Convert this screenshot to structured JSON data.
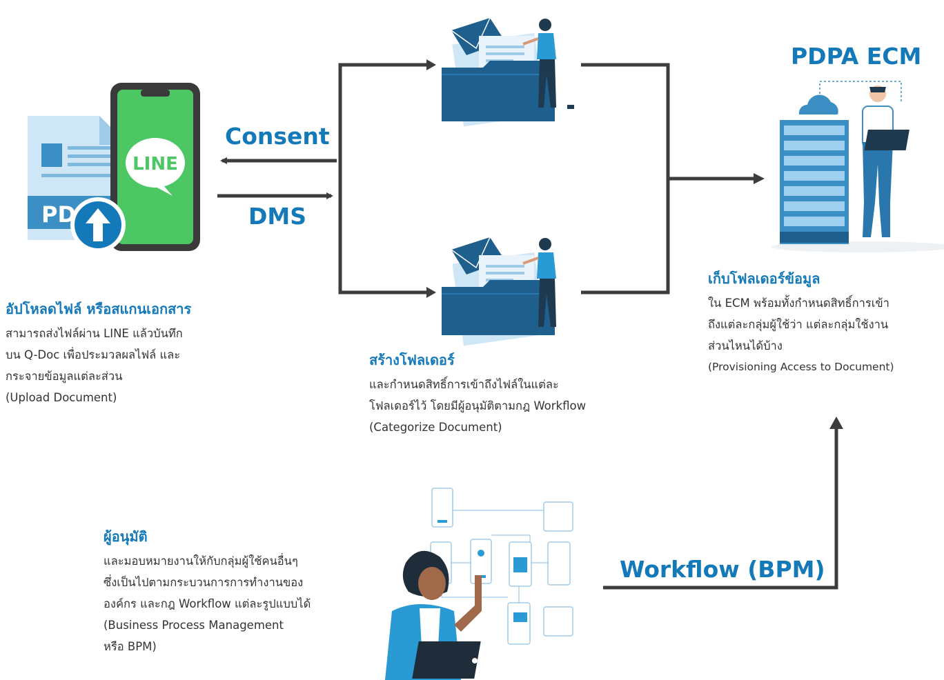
{
  "labels": {
    "consent": "Consent",
    "dms": "DMS",
    "pdpa_ecm": "PDPA ECM",
    "workflow": "Workflow (BPM)",
    "line_logo": "LINE",
    "pdf_text": "PD"
  },
  "upload": {
    "title": "อัปโหลดไฟล์ หรือสแกนเอกสาร",
    "lines": [
      "สามารถส่งไฟล์ผ่าน LINE แล้วบันทึก",
      "บน Q-Doc เพื่อประมวลผลไฟล์ และ",
      "กระจายข้อมูลแต่ละส่วน",
      "(Upload Document)"
    ]
  },
  "categorize": {
    "title": "สร้างโฟลเดอร์",
    "lines": [
      "และกำหนดสิทธิ์การเข้าถึงไฟล์ในแต่ละ",
      "โฟลเดอร์ไว้  โดยมีผู้อนุมัติตามกฎ Workflow",
      "(Categorize Document)"
    ]
  },
  "store": {
    "title": "เก็บโฟลเดอร์ข้อมูล",
    "lines": [
      "ใน ECM พร้อมทั้งกำหนดสิทธิ์การเข้า",
      "ถึงแต่ละกลุ่มผู้ใช้ว่า  แต่ละกลุ่มใช้งาน",
      "ส่วนไหนได้บ้าง",
      "(Provisioning Access to Document)"
    ]
  },
  "approver": {
    "title": "ผู้อนุมัติ",
    "lines": [
      "และมอบหมายงานให้กับกลุ่มผู้ใช้คนอื่นๆ",
      "ซึ่งเป็นไปตามกระบวนการการทำงานของ",
      "องค์กร และกฎ Workflow แต่ละรูปแบบได้",
      "(Business Process Management",
      "หรือ BPM)"
    ]
  },
  "colors": {
    "accent": "#1479b8",
    "arrow": "#3d3d3d",
    "line_green": "#4cc764",
    "server_blue": "#3b8fc4"
  }
}
